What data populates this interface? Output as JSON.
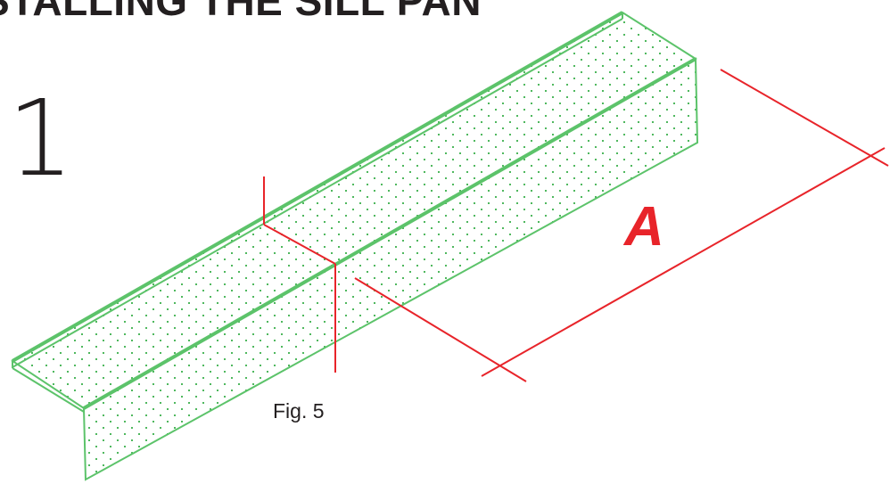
{
  "header": {
    "title": "STALLING THE SILL PAN"
  },
  "step": {
    "number": "1"
  },
  "figure": {
    "caption": "Fig. 5",
    "dimension_label": "A"
  },
  "colors": {
    "sill_pan_outline": "#5cc36a",
    "sill_pan_dots": "#4fb85e",
    "dimension_lines": "#e8242a",
    "text": "#231f20"
  },
  "icons": {
    "sill_pan": "sill-pan-illustration"
  }
}
